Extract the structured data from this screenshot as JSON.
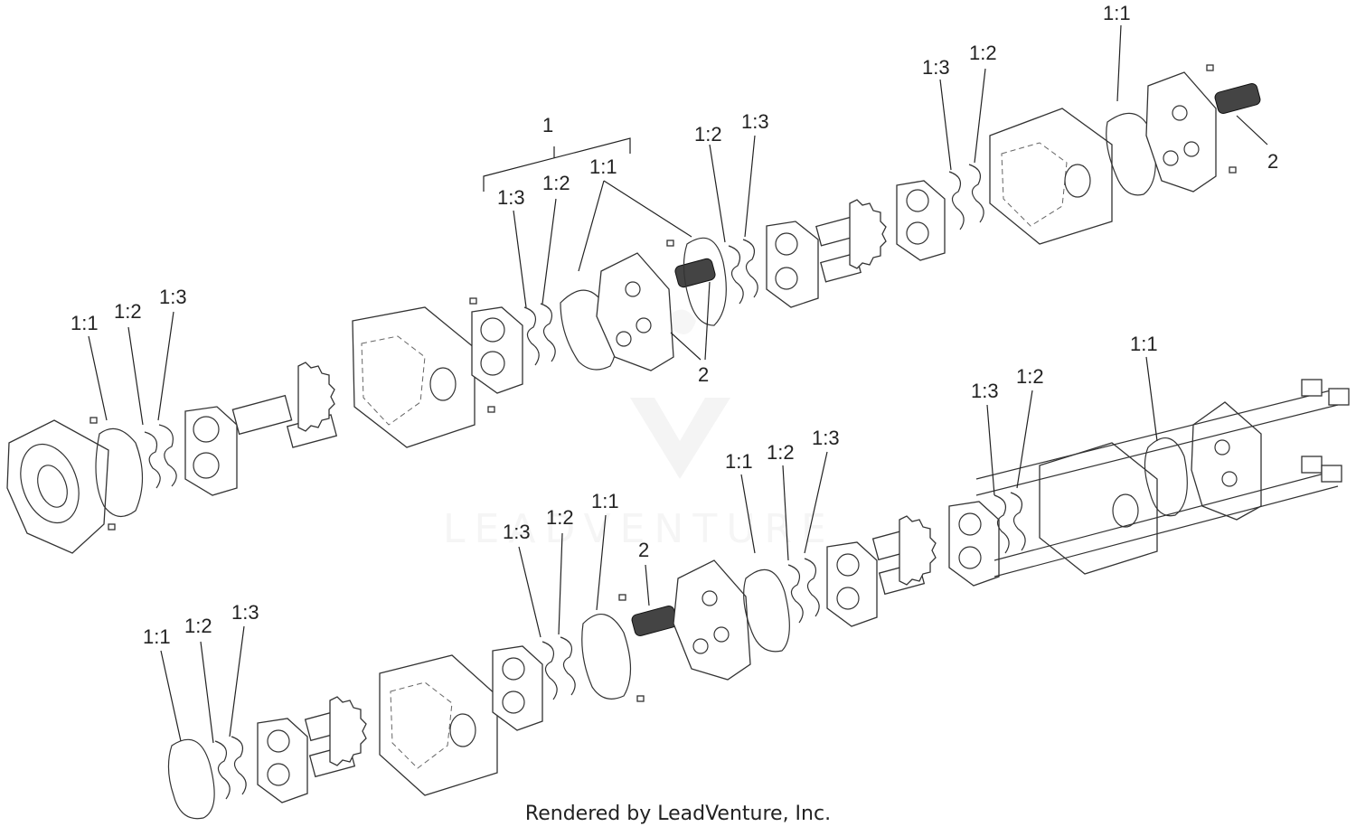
{
  "diagram": {
    "watermark": "LEADVENTURE",
    "footer": "Rendered by LeadVenture, Inc.",
    "callouts": {
      "assembly": "1",
      "oring": "1:1",
      "backup_ring": "1:2",
      "seal": "1:3",
      "dowel_sleeve": "2"
    }
  }
}
